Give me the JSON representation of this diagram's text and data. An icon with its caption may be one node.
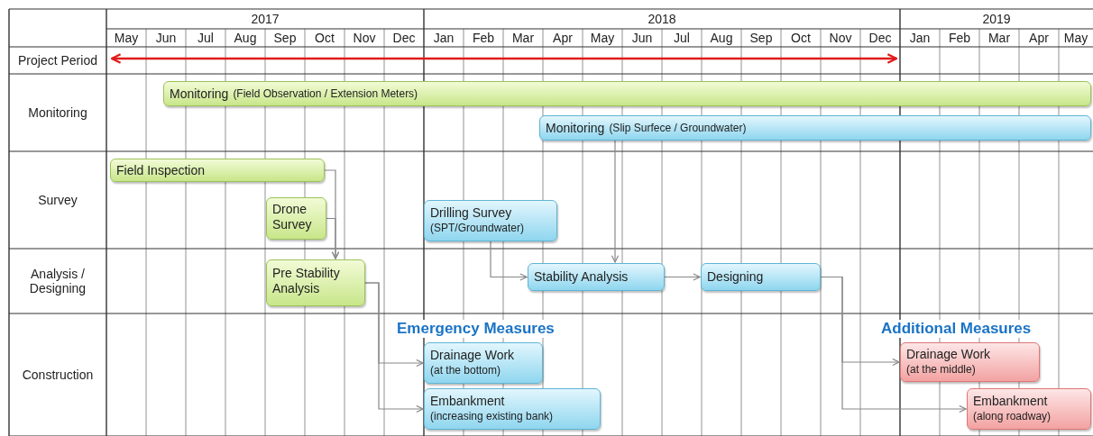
{
  "diagram": {
    "nodes": [
      {
        "text": [
          "Monitoring",
          "(Field Observation / Extension Meters)"
        ]
      },
      {
        "text": [
          "Monitoring",
          "(Slip Surfece / Groundwater)"
        ]
      },
      {
        "text": [
          "Field Inspection"
        ]
      },
      {
        "text": [
          "Drone Survey"
        ]
      },
      {
        "text": [
          "Drilling Survey",
          "(SPT/Groundwater)"
        ]
      },
      {
        "text": [
          "Pre Stability Analysis"
        ]
      },
      {
        "text": [
          "Stability Analysis"
        ]
      },
      {
        "text": [
          "Designing"
        ]
      },
      {
        "text": [
          "Drainage Work",
          "(at the bottom)"
        ]
      },
      {
        "text": [
          "Embankment",
          "(increasing existing bank)"
        ]
      },
      {
        "text": [
          "Drainage Work",
          "(at the middle)"
        ]
      },
      {
        "text": [
          "Embankment",
          "(along roadway)"
        ]
      }
    ],
    "edges": [
      {
        "from": 2,
        "to": 5,
        "arrow": "to"
      },
      {
        "from": 3,
        "to": 5,
        "arrow": "to"
      },
      {
        "from": 5,
        "to": 8,
        "arrow": "to"
      },
      {
        "from": 5,
        "to": 9,
        "arrow": "to"
      },
      {
        "from": 4,
        "to": 6,
        "arrow": "to"
      },
      {
        "from": 1,
        "to": 6,
        "arrow": "to"
      },
      {
        "from": 6,
        "to": 7,
        "arrow": "to"
      },
      {
        "from": 7,
        "to": 10,
        "arrow": "to"
      },
      {
        "from": 7,
        "to": 11,
        "arrow": "to"
      }
    ],
    "labels": [
      "2017",
      "2018",
      "2019",
      "May",
      "Jun",
      "Jul",
      "Aug",
      "Sep",
      "Oct",
      "Nov",
      "Dec",
      "Jan",
      "Feb",
      "Mar",
      "Apr",
      "May",
      "Jun",
      "Jul",
      "Aug",
      "Sep",
      "Oct",
      "Nov",
      "Dec",
      "Jan",
      "Feb",
      "Mar",
      "Apr",
      "May",
      "Project Period",
      "Monitoring",
      "Survey",
      "Analysis / Designing",
      "Construction",
      "Emergency Measures",
      "Additional Measures"
    ]
  }
}
